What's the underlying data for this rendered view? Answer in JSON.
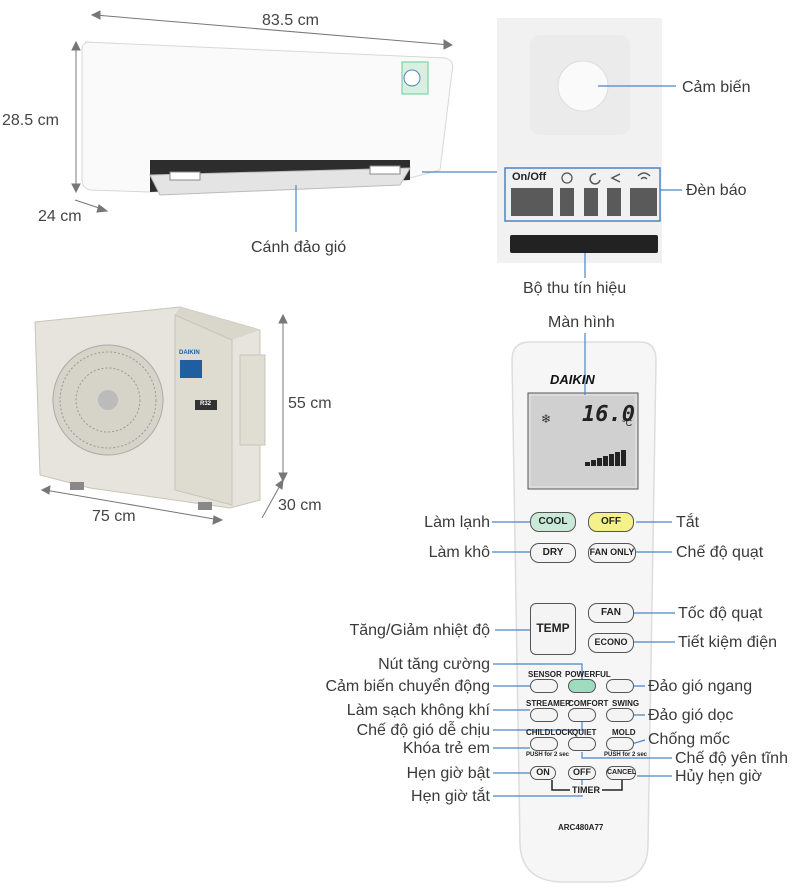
{
  "dimensions": {
    "indoor_width": "83.5 cm",
    "indoor_height": "28.5 cm",
    "indoor_depth": "24 cm",
    "outdoor_height": "55 cm",
    "outdoor_width": "75 cm",
    "outdoor_depth": "30 cm"
  },
  "indoor_labels": {
    "louver": "Cánh đảo gió",
    "sensor": "Cảm biến",
    "indicator": "Đèn báo",
    "receiver": "Bộ thu tín hiệu",
    "on_off": "On/Off"
  },
  "outdoor": {
    "brand": "DAIKIN",
    "badge": "R32"
  },
  "remote": {
    "brand": "DAIKIN",
    "screen_label": "Màn hình",
    "display_temp": "16.0",
    "display_unit": "°C",
    "model": "ARC480A77",
    "buttons": {
      "cool": "COOL",
      "off": "OFF",
      "dry": "DRY",
      "fan_only": "FAN ONLY",
      "temp": "TEMP",
      "fan": "FAN",
      "econo": "ECONO",
      "sensor": "SENSOR",
      "powerful": "POWERFUL",
      "streamer": "STREAMER",
      "comfort": "COMFORT",
      "swing": "SWING",
      "childlock": "CHILDLOCK",
      "quiet": "QUIET",
      "mold": "MOLD",
      "push_2sec_a": "PUSH for 2 sec",
      "push_2sec_b": "PUSH for 2 sec",
      "timer_on": "ON",
      "timer_off": "OFF",
      "timer": "TIMER",
      "cancel": "CANCEL"
    }
  },
  "remote_labels": {
    "cool": "Làm lạnh",
    "off": "Tắt",
    "dry": "Làm khô",
    "fan_only": "Chế độ quạt",
    "temp": "Tăng/Giảm nhiệt độ",
    "fan": "Tốc độ quạt",
    "econo": "Tiết kiệm điện",
    "powerful": "Nút tăng cường",
    "sensor": "Cảm biến chuyển động",
    "swing_h": "Đảo gió ngang",
    "streamer": "Làm sạch không khí",
    "swing_v": "Đảo gió dọc",
    "comfort": "Chế độ gió dễ chịu",
    "mold": "Chống mốc",
    "childlock": "Khóa trẻ em",
    "quiet": "Chế độ yên tĩnh",
    "timer_on": "Hẹn giờ bật",
    "cancel": "Hủy hẹn giờ",
    "timer_off": "Hẹn giờ tắt"
  }
}
